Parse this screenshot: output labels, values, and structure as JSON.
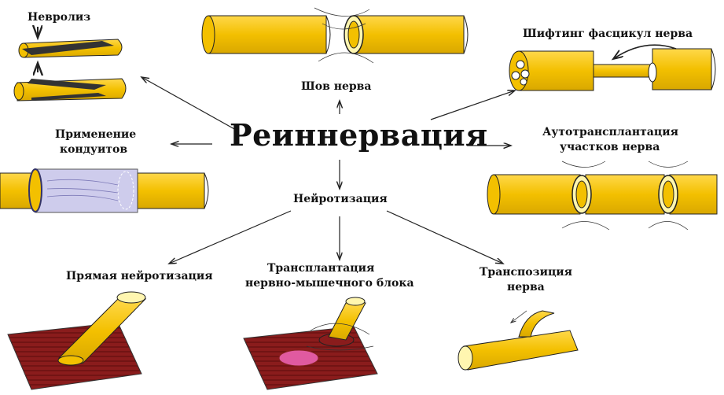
{
  "title": "Реиннервация",
  "labels": {
    "neurolysis": "Невролиз",
    "nerve_suture": "Шов нерва",
    "fascicle_shifting": "Шифтинг фасцикул нерва",
    "conduits_line1": "Применение",
    "conduits_line2": "кондуитов",
    "autotransplant_line1": "Аутотрансплантация",
    "autotransplant_line2": "участков нерва",
    "neurotization": "Нейротизация",
    "direct_neurotization": "Прямая нейротизация",
    "nmb_transplant_line1": "Трансплантация",
    "nmb_transplant_line2": "нервно-мышечного блока",
    "transposition_line1": "Транспозиция",
    "transposition_line2": "нерва"
  },
  "colors": {
    "nerve": "#f3c000",
    "nerve_dark": "#c99a00",
    "outline": "#222222",
    "conduit": "#c9c7ea",
    "muscle": "#8a1c1c",
    "muscle_line": "#5a0d0d",
    "endplate": "#e05aa0",
    "arrow": "#222222"
  }
}
